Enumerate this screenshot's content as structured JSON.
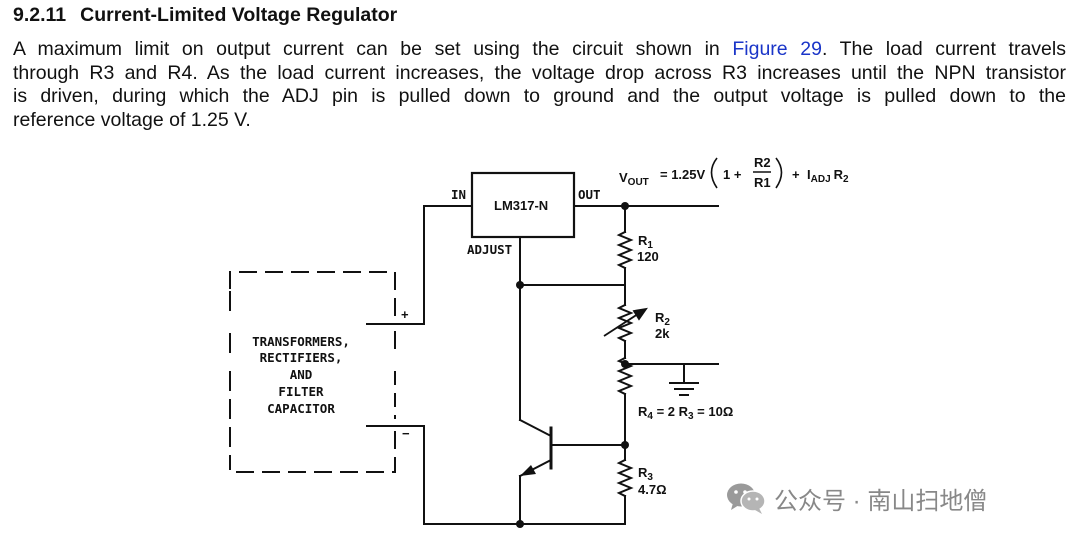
{
  "section": {
    "number": "9.2.11",
    "title": "Current-Limited Voltage Regulator"
  },
  "paragraph": {
    "line1_pre": "A maximum limit on output current can be set using the circuit shown in ",
    "line1_link": "Figure 29",
    "line1_post": ". The load current travels",
    "line2": "through R3 and R4. As the load current increases, the voltage drop across R3 increases until the NPN transistor",
    "line3": "is driven, during which the ADJ pin is pulled down to ground and the output voltage is pulled down to the",
    "line4": "reference voltage of 1.25 V."
  },
  "circuit": {
    "formula": {
      "vout": "V",
      "vout_sub": "OUT",
      "equals": "= 1.25V",
      "one_plus": "1 +",
      "num": "R2",
      "den": "R1",
      "plus": "+",
      "iadj": "I",
      "iadj_sub": "ADJ",
      "r2": "R",
      "r2_sub": "2"
    },
    "regulator": "LM317-N",
    "pin_in": "IN",
    "pin_out": "OUT",
    "pin_adjust": "ADJUST",
    "r1_name": "R",
    "r1_sub": "1",
    "r1_value": "120",
    "r2_name": "R",
    "r2_sub": "2",
    "r2_value": "2k",
    "r4_name": "R",
    "r4_sub": "4",
    "r4_eq": " = 2 R",
    "r4_sub2": "3",
    "r4_value": " = 10Ω",
    "r3_name": "R",
    "r3_sub": "3",
    "r3_value": "4.7Ω",
    "plus_sign": "+",
    "minus_sign": "−",
    "box_line1": "TRANSFORMERS,",
    "box_line2": "RECTIFIERS,",
    "box_line3": "AND",
    "box_line4": "FILTER",
    "box_line5": "CAPACITOR"
  },
  "watermark": {
    "text": "公众号 · 南山扫地僧"
  }
}
